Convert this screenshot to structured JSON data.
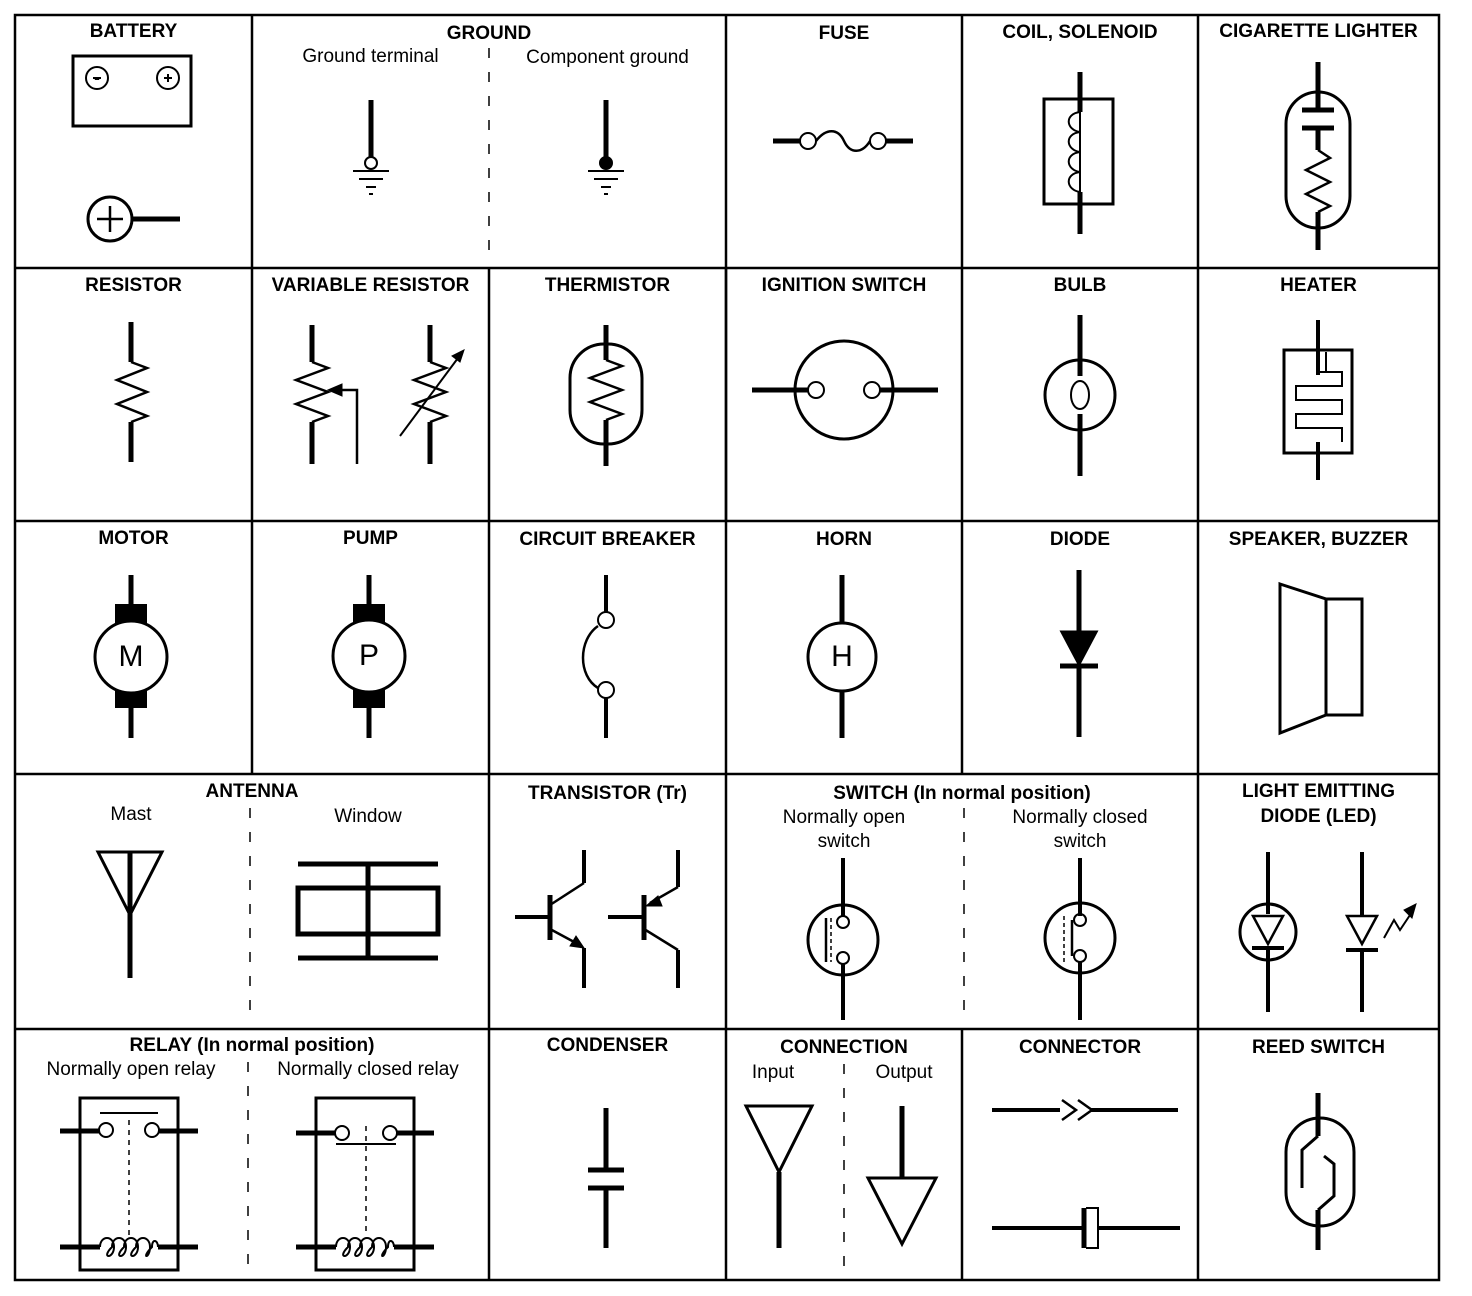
{
  "cells": {
    "battery": {
      "title": "BATTERY",
      "neg": "-",
      "pos": "+"
    },
    "ground": {
      "title": "GROUND",
      "sub_left": "Ground terminal",
      "sub_right": "Component ground"
    },
    "fuse": {
      "title": "FUSE"
    },
    "coil": {
      "title": "COIL, SOLENOID"
    },
    "cig": {
      "title": "CIGARETTE LIGHTER"
    },
    "resistor": {
      "title": "RESISTOR"
    },
    "varres": {
      "title": "VARIABLE RESISTOR"
    },
    "thermistor": {
      "title": "THERMISTOR"
    },
    "ignition": {
      "title": "IGNITION SWITCH"
    },
    "bulb": {
      "title": "BULB"
    },
    "heater": {
      "title": "HEATER"
    },
    "motor": {
      "title": "MOTOR",
      "letter": "M"
    },
    "pump": {
      "title": "PUMP",
      "letter": "P"
    },
    "breaker": {
      "title": "CIRCUIT BREAKER"
    },
    "horn": {
      "title": "HORN",
      "letter": "H"
    },
    "diode": {
      "title": "DIODE"
    },
    "speaker": {
      "title": "SPEAKER, BUZZER"
    },
    "antenna": {
      "title": "ANTENNA",
      "sub_left": "Mast",
      "sub_right": "Window"
    },
    "transistor": {
      "title": "TRANSISTOR (Tr)"
    },
    "switch": {
      "title": "SWITCH (In normal position)",
      "sub_left_1": "Normally open",
      "sub_left_2": "switch",
      "sub_right_1": "Normally closed",
      "sub_right_2": "switch"
    },
    "led": {
      "title_1": "LIGHT EMITTING",
      "title_2": "DIODE (LED)"
    },
    "relay": {
      "title": "RELAY (In normal position)",
      "sub_left": "Normally open relay",
      "sub_right": "Normally closed relay"
    },
    "condenser": {
      "title": "CONDENSER"
    },
    "connection": {
      "title": "CONNECTION",
      "sub_left": "Input",
      "sub_right": "Output"
    },
    "connector": {
      "title": "CONNECTOR"
    },
    "reed": {
      "title": "REED SWITCH"
    }
  }
}
